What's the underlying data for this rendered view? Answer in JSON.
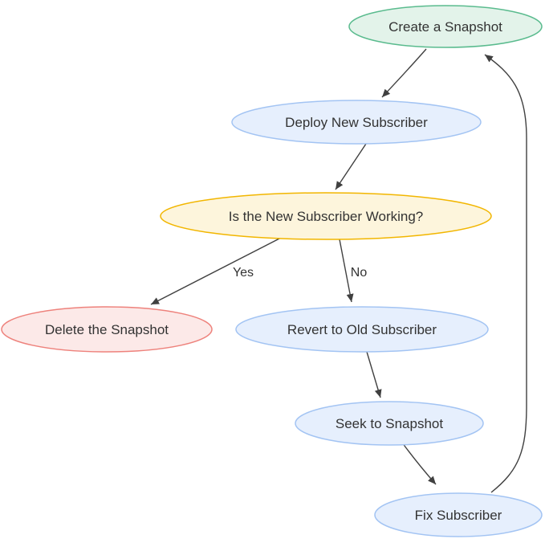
{
  "diagram": {
    "type": "flowchart",
    "background_color": "#ffffff",
    "edge_color": "#404040",
    "text_color": "#333333",
    "palette": {
      "green": {
        "fill": "#e3f3ea",
        "stroke": "#5abb8e"
      },
      "blue": {
        "fill": "#e6effd",
        "stroke": "#a3c4f3"
      },
      "yellow": {
        "fill": "#fdf5dc",
        "stroke": "#f2b600"
      },
      "pink": {
        "fill": "#fce9e8",
        "stroke": "#ee827c"
      }
    }
  },
  "nodes": [
    {
      "id": "create-a-snapshot",
      "label": "Create a Snapshot",
      "shape": "ellipse",
      "color": "green"
    },
    {
      "id": "deploy-new-subscriber",
      "label": "Deploy New Subscriber",
      "shape": "ellipse",
      "color": "blue"
    },
    {
      "id": "is-new-subscriber-working",
      "label": "Is the New Subscriber Working?",
      "shape": "ellipse",
      "color": "yellow"
    },
    {
      "id": "delete-the-snapshot",
      "label": "Delete the Snapshot",
      "shape": "ellipse",
      "color": "pink"
    },
    {
      "id": "revert-to-old-subscriber",
      "label": "Revert to Old Subscriber",
      "shape": "ellipse",
      "color": "blue"
    },
    {
      "id": "seek-to-snapshot",
      "label": "Seek to Snapshot",
      "shape": "ellipse",
      "color": "blue"
    },
    {
      "id": "fix-subscriber",
      "label": "Fix Subscriber",
      "shape": "ellipse",
      "color": "blue"
    }
  ],
  "edges": [
    {
      "from": "create-a-snapshot",
      "to": "deploy-new-subscriber",
      "label": ""
    },
    {
      "from": "deploy-new-subscriber",
      "to": "is-new-subscriber-working",
      "label": ""
    },
    {
      "from": "is-new-subscriber-working",
      "to": "delete-the-snapshot",
      "label": "Yes"
    },
    {
      "from": "is-new-subscriber-working",
      "to": "revert-to-old-subscriber",
      "label": "No"
    },
    {
      "from": "revert-to-old-subscriber",
      "to": "seek-to-snapshot",
      "label": ""
    },
    {
      "from": "seek-to-snapshot",
      "to": "fix-subscriber",
      "label": ""
    },
    {
      "from": "fix-subscriber",
      "to": "create-a-snapshot",
      "label": ""
    }
  ]
}
